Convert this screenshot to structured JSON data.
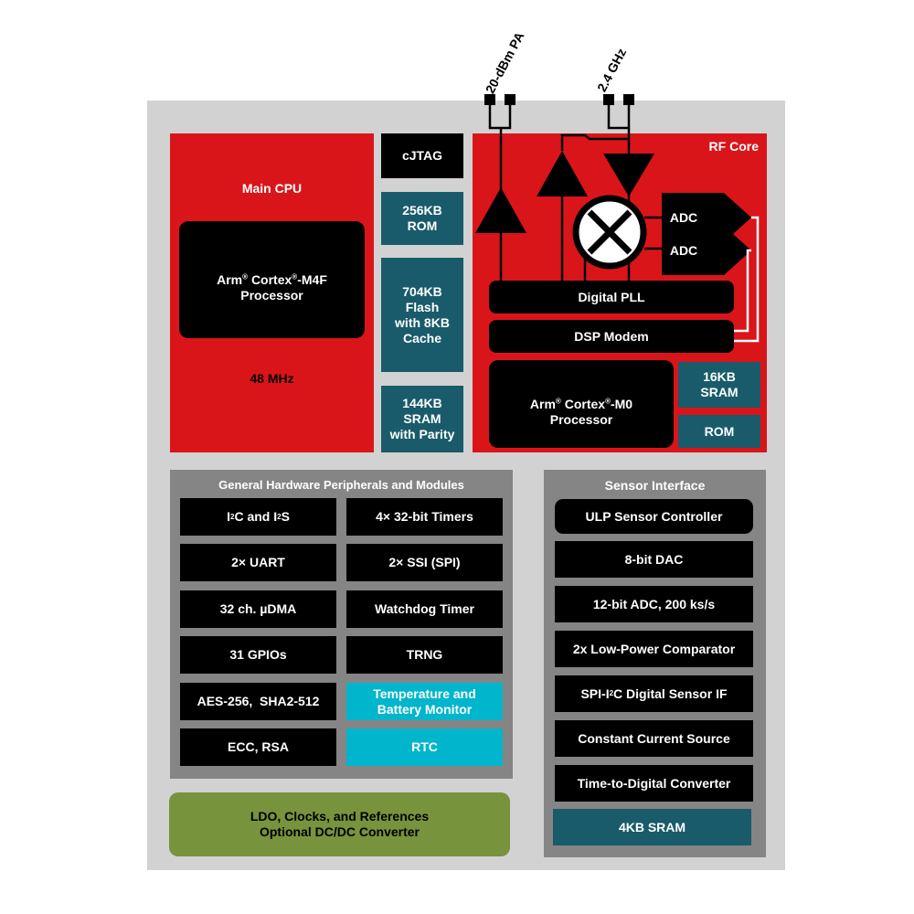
{
  "antennas": {
    "pa_label": "20-dBm PA",
    "rf_label": "2.4 GHz"
  },
  "main_cpu": {
    "title": "Main CPU",
    "proc_brand": "Arm",
    "proc_model": "Cortex",
    "proc_suffix": "-M4F",
    "proc_word": "Processor",
    "freq": "48 MHz"
  },
  "memory": {
    "cjtag": "cJTAG",
    "rom": "256KB\nROM",
    "flash": "704KB\nFlash\nwith 8KB\nCache",
    "sram": "144KB\nSRAM\nwith Parity"
  },
  "rf_core": {
    "title": "RF Core",
    "adc1": "ADC",
    "adc2": "ADC",
    "pll": "Digital PLL",
    "dsp": "DSP Modem",
    "m0_brand": "Arm",
    "m0_model": "Cortex",
    "m0_suffix": "-M0",
    "m0_word": "Processor",
    "sram": "16KB\nSRAM",
    "rom": "ROM"
  },
  "peripherals": {
    "title": "General Hardware Peripherals and Modules",
    "i2c_a": "I",
    "i2c_sup": "2",
    "i2c_b": "C and I",
    "i2s_sup": "2",
    "i2s_c": "S",
    "timers": "4× 32-bit Timers",
    "uart": "2× UART",
    "ssi": "2× SSI (SPI)",
    "udma": "32 ch. µDMA",
    "watchdog": "Watchdog Timer",
    "gpio": "31 GPIOs",
    "trng": "TRNG",
    "aes": "AES-256,  SHA2-512",
    "temp": "Temperature and\nBattery Monitor",
    "ecc": "ECC, RSA",
    "rtc": "RTC"
  },
  "power": {
    "line1": "LDO, Clocks, and References",
    "line2": "Optional DC/DC Converter"
  },
  "sensor": {
    "title": "Sensor Interface",
    "ulp": "ULP Sensor Controller",
    "dac": "8-bit DAC",
    "adc": "12-bit ADC, 200 ks/s",
    "comp": "2x Low-Power Comparator",
    "spi_a": "SPI-I",
    "spi_sup": "2",
    "spi_b": "C Digital Sensor IF",
    "ccs": "Constant Current Source",
    "tdc": "Time-to-Digital Converter",
    "sram": "4KB SRAM"
  },
  "colors": {
    "red": "#d9151a",
    "black": "#000000",
    "teal": "#195b6b",
    "cyan": "#00b5cc",
    "grey_panel": "#858585",
    "light_grey": "#d2d2d2",
    "olive": "#77933c"
  }
}
